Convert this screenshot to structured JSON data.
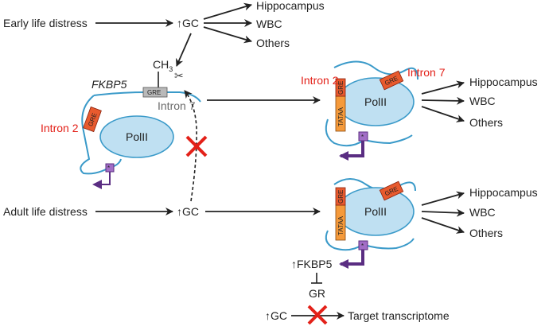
{
  "inputs": {
    "early": "Early life distress",
    "adult": "Adult life distress"
  },
  "gc": {
    "arrow": "↑",
    "label": "GC"
  },
  "tissues": {
    "hippocampus": "Hippocampus",
    "wbc": "WBC",
    "others": "Others"
  },
  "gene": {
    "name": "FKBP5",
    "intron2": "Intron 2",
    "intron7": "Intron 7",
    "gre": "GRE",
    "tataa": "TATAA",
    "polii": "PolII",
    "methyl": "CH",
    "methyl_sub": "3",
    "promoter_mark": "*"
  },
  "bottom": {
    "fkbp5_up": "↑FKBP5",
    "gr": "GR",
    "gc_up": "↑GC",
    "target": "Target transcriptome"
  },
  "colors": {
    "gre_fill": "#e85a2e",
    "gre_grey": "#b9b9b9",
    "tataa_fill": "#f59a3b",
    "polii_fill": "#bfe0f2",
    "polii_stroke": "#3a9ac9",
    "dna": "#3a9ac9",
    "promoter": "#5a2d82",
    "cross": "#e32119",
    "intron_label": "#e32119"
  }
}
